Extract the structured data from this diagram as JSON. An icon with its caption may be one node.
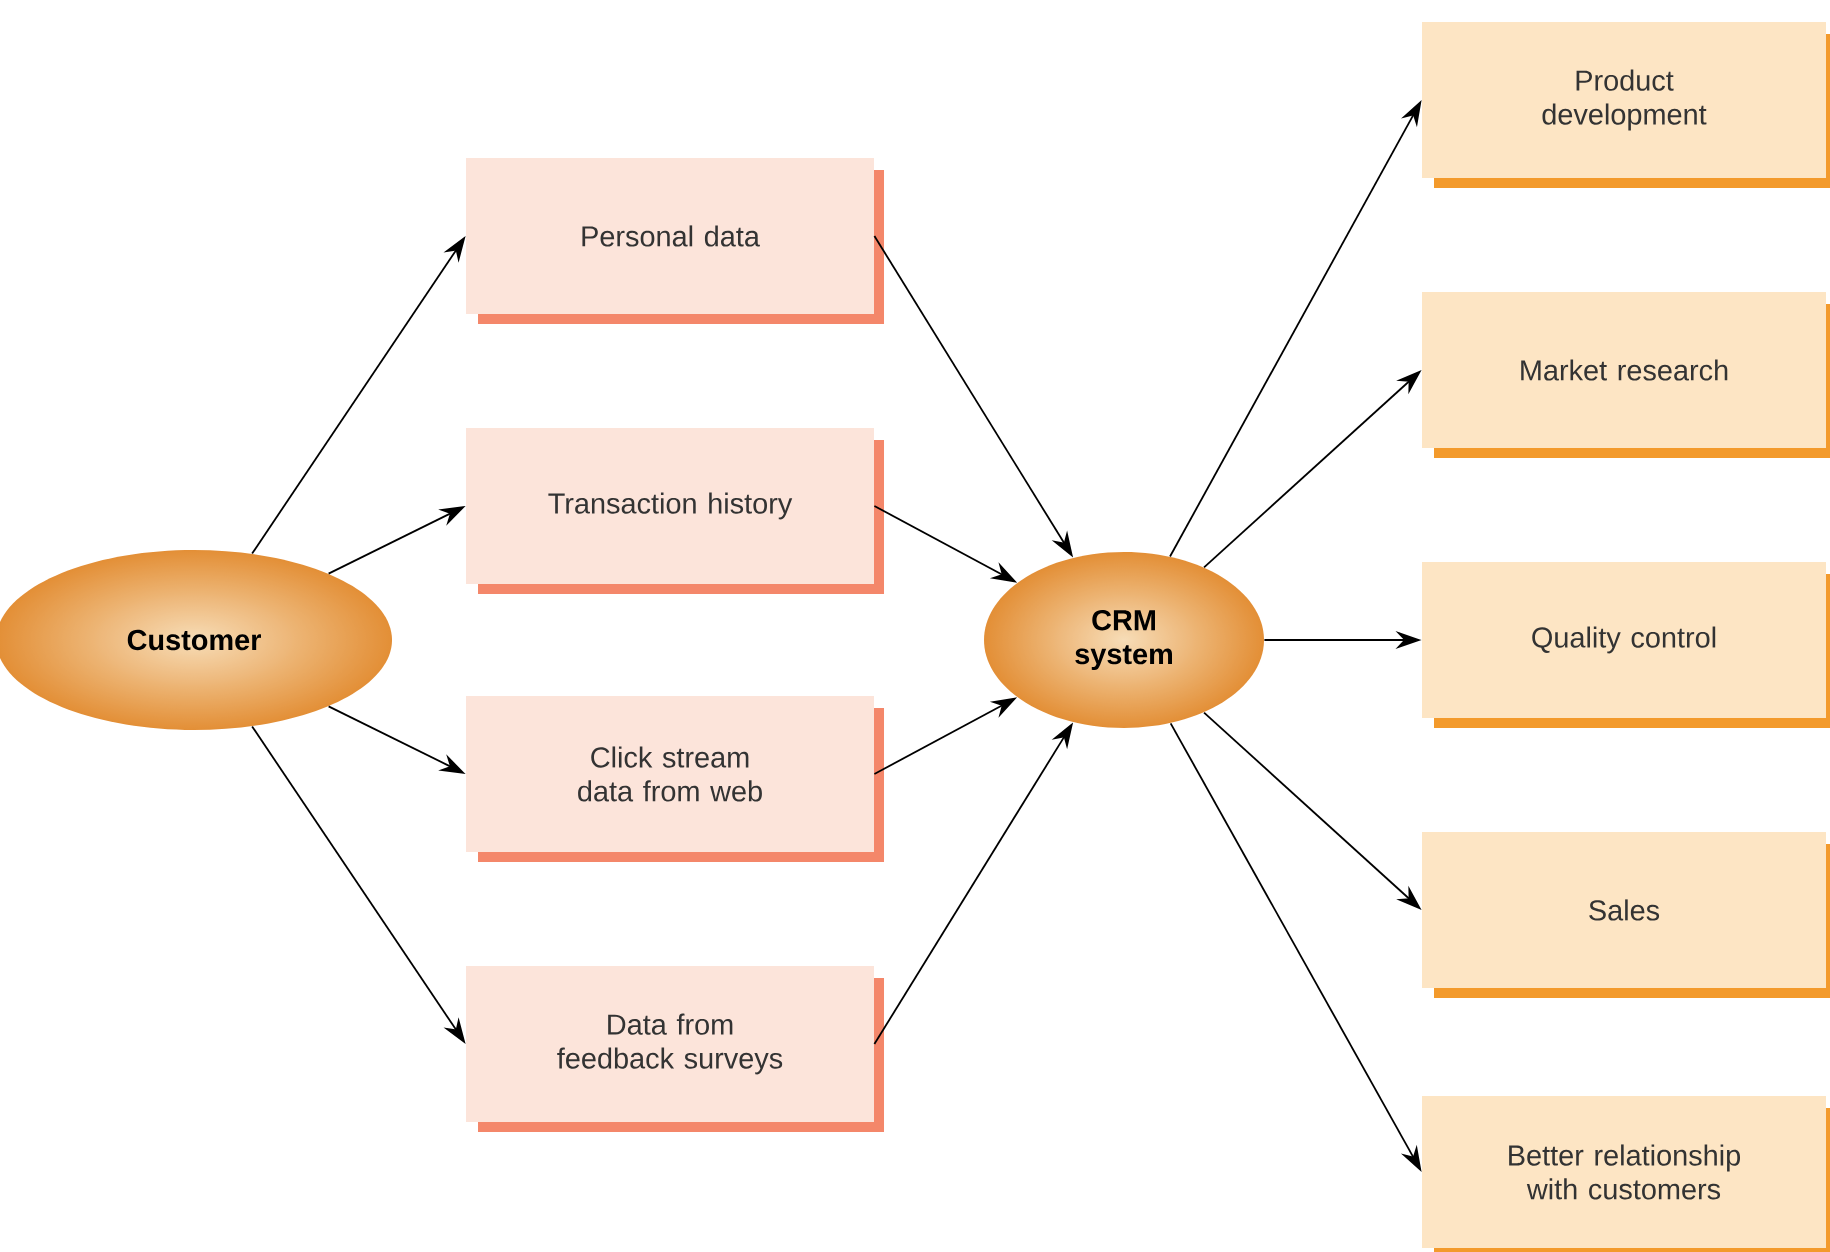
{
  "diagram": {
    "nodes": [
      {
        "text": [
          "Customer"
        ]
      },
      {
        "text": [
          "Personal data"
        ]
      },
      {
        "text": [
          "Transaction history"
        ]
      },
      {
        "text": [
          "Click stream data from web"
        ]
      },
      {
        "text": [
          "Data from feedback surveys"
        ]
      },
      {
        "text": [
          "CRM system"
        ]
      },
      {
        "text": [
          "Product development"
        ]
      },
      {
        "text": [
          "Market research"
        ]
      },
      {
        "text": [
          "Quality control"
        ]
      },
      {
        "text": [
          "Sales"
        ]
      },
      {
        "text": [
          "Better relationship with customers"
        ]
      }
    ],
    "edges": [
      {
        "from": 0,
        "to": 1,
        "arrow": "to"
      },
      {
        "from": 0,
        "to": 2,
        "arrow": "to"
      },
      {
        "from": 0,
        "to": 3,
        "arrow": "to"
      },
      {
        "from": 0,
        "to": 4,
        "arrow": "to"
      },
      {
        "from": 1,
        "to": 5,
        "arrow": "to"
      },
      {
        "from": 2,
        "to": 5,
        "arrow": "to"
      },
      {
        "from": 3,
        "to": 5,
        "arrow": "to"
      },
      {
        "from": 4,
        "to": 5,
        "arrow": "to"
      },
      {
        "from": 5,
        "to": 6,
        "arrow": "to"
      },
      {
        "from": 5,
        "to": 7,
        "arrow": "to"
      },
      {
        "from": 5,
        "to": 8,
        "arrow": "to"
      },
      {
        "from": 5,
        "to": 9,
        "arrow": "to"
      },
      {
        "from": 5,
        "to": 10,
        "arrow": "to"
      }
    ]
  }
}
